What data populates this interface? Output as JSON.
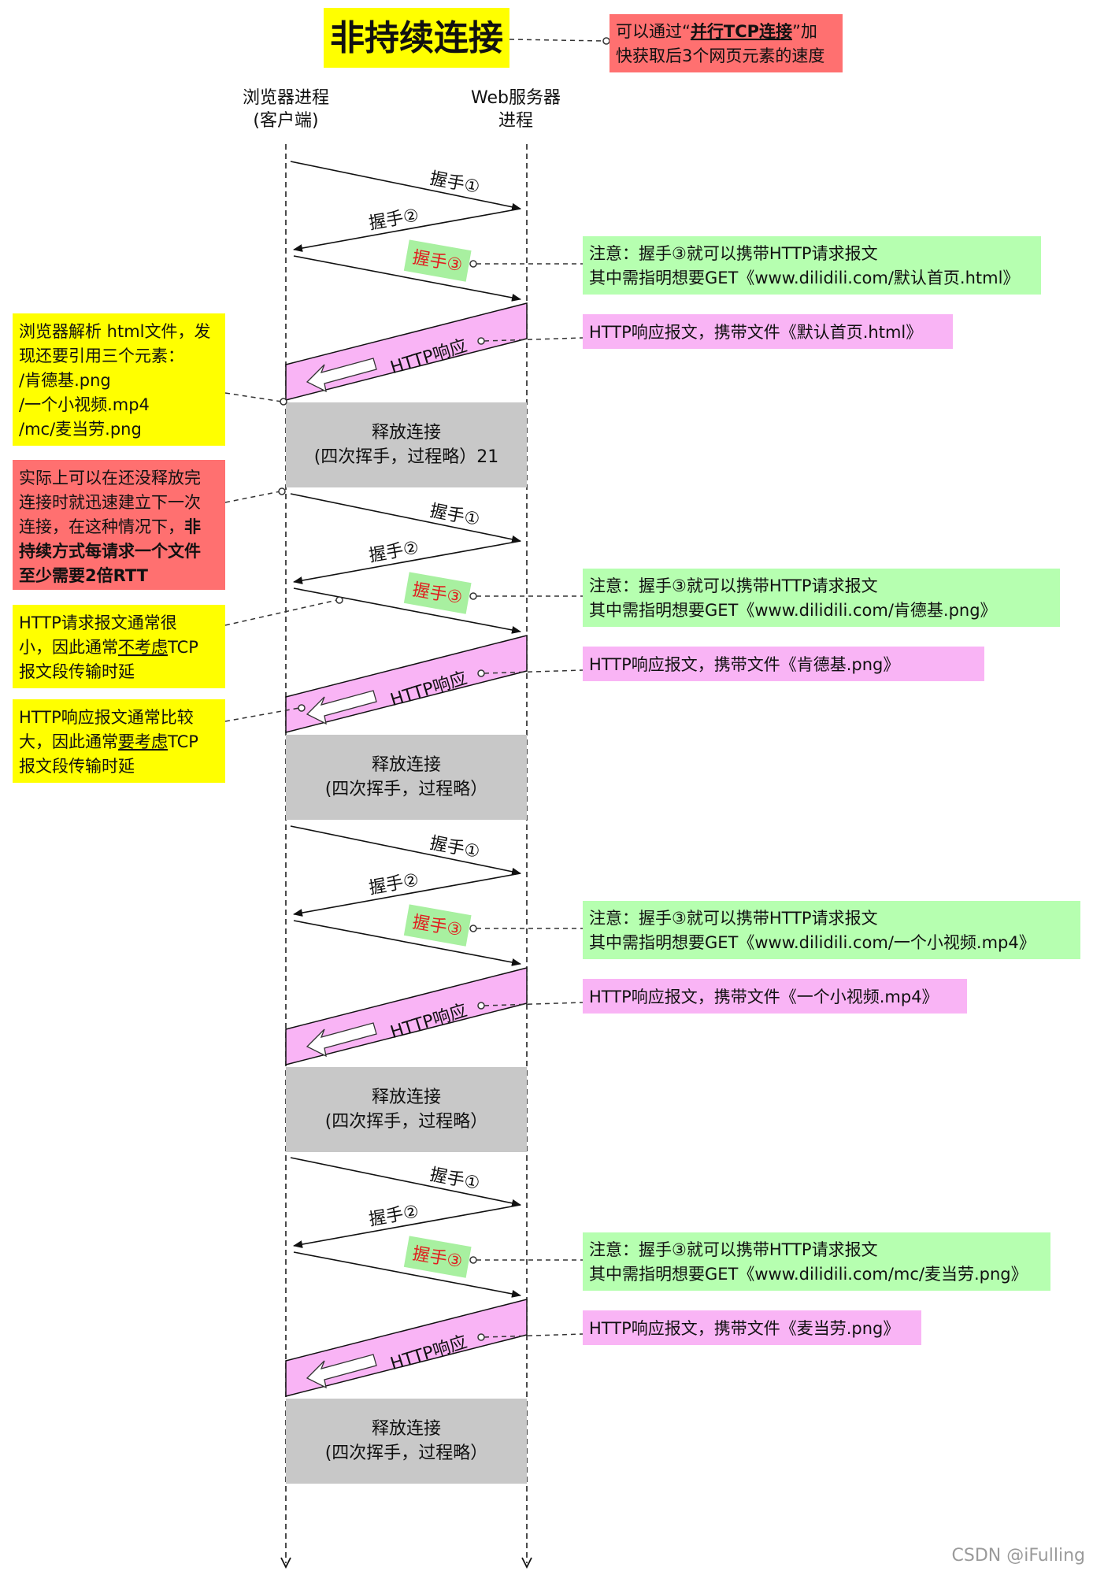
{
  "title": "非持续连接",
  "top_note": {
    "before": "可以通过",
    "quote_open": "“",
    "emphasis": "并行TCP连接",
    "quote_close": "”",
    "after": "加",
    "line2": "快获取后3个网页元素的速度"
  },
  "client_header": [
    "浏览器进程",
    "(客户端)"
  ],
  "server_header": [
    "Web服务器",
    "进程"
  ],
  "handshake1": "握手①",
  "handshake2": "握手②",
  "handshake3": "握手③",
  "http_response_label": "HTTP响应",
  "release_title": "释放连接",
  "release_sub_first": "(四次挥手，过程略）21",
  "release_sub": "(四次挥手，过程略）",
  "rounds": [
    {
      "request_note": [
        "注意：握手③就可以携带HTTP请求报文",
        "其中需指明想要GET《www.dilidili.com/默认首页.html》"
      ],
      "response_note": "HTTP响应报文，携带文件《默认首页.html》"
    },
    {
      "request_note": [
        "注意：握手③就可以携带HTTP请求报文",
        "其中需指明想要GET《www.dilidili.com/肯德基.png》"
      ],
      "response_note": "HTTP响应报文，携带文件《肯德基.png》"
    },
    {
      "request_note": [
        "注意：握手③就可以携带HTTP请求报文",
        "其中需指明想要GET《www.dilidili.com/一个小视频.mp4》"
      ],
      "response_note": "HTTP响应报文，携带文件《一个小视频.mp4》"
    },
    {
      "request_note": [
        "注意：握手③就可以携带HTTP请求报文",
        "其中需指明想要GET《www.dilidili.com/mc/麦当劳.png》"
      ],
      "response_note": "HTTP响应报文，携带文件《麦当劳.png》"
    }
  ],
  "side_notes": {
    "parse": [
      "浏览器解析 html文件，发",
      "现还要引用三个元素：",
      "/肯德基.png",
      "/一个小视频.mp4",
      "/mc/麦当劳.png"
    ],
    "persistent": {
      "lines": [
        "实际上可以在还没释放完",
        "连接时就迅速建立下一次",
        "连接，在这种情况下，"
      ],
      "bold_inline": "非",
      "bold_lines": [
        "持续方式每请求一个文件",
        "至少需要2倍RTT"
      ]
    },
    "request_small": {
      "line1": "HTTP请求报文通常很",
      "line2_before": "小，因此通常",
      "line2_underline": "不考虑",
      "line2_after": "TCP",
      "line3": "报文段传输时延"
    },
    "response_large": {
      "line1": "HTTP响应报文通常比较",
      "line2_before": "大，因此通常",
      "line2_underline": "要考虑",
      "line2_after": "TCP",
      "line3": "报文段传输时延"
    }
  },
  "watermark": "CSDN @iFulling",
  "colors": {
    "yellow": "#ffff00",
    "red_note": "#ff7070",
    "green_note": "#b6ffb0",
    "green_label": "#a8f0a0",
    "pink": "#f9b4f5",
    "gray": "#c8c8c8",
    "handshake3_text": "#e02020"
  }
}
